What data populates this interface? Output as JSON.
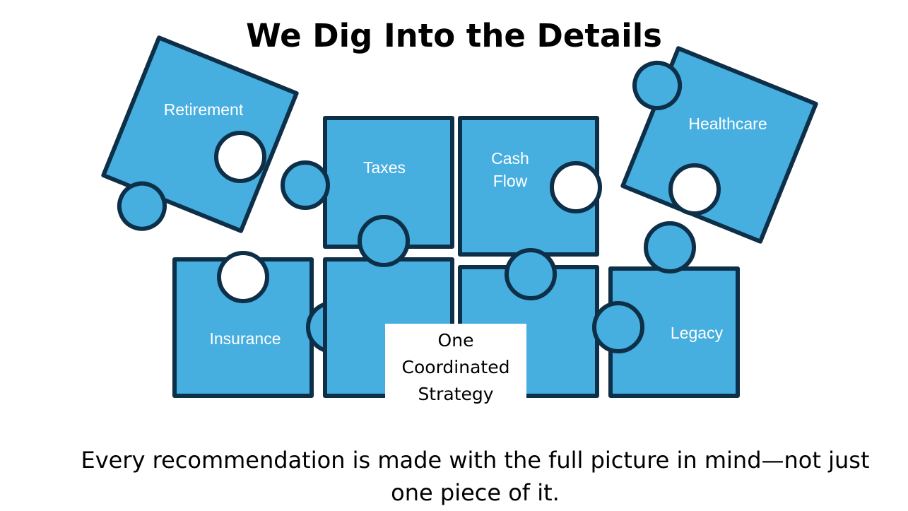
{
  "title": "We Dig Into the Details",
  "pieces": {
    "retirement": "Retirement",
    "taxes": "Taxes",
    "cash_flow_line1": "Cash",
    "cash_flow_line2": "Flow",
    "healthcare": "Healthcare",
    "insurance": "Insurance",
    "legacy": "Legacy"
  },
  "center": {
    "line1": "One",
    "line2": "Coordinated",
    "line3": "Strategy"
  },
  "caption": {
    "line1": "Every recommendation is made with the full picture in mind—not just",
    "line2": "one piece of it."
  },
  "colors": {
    "piece_fill": "#47aee0",
    "piece_stroke": "#0d2f47"
  }
}
